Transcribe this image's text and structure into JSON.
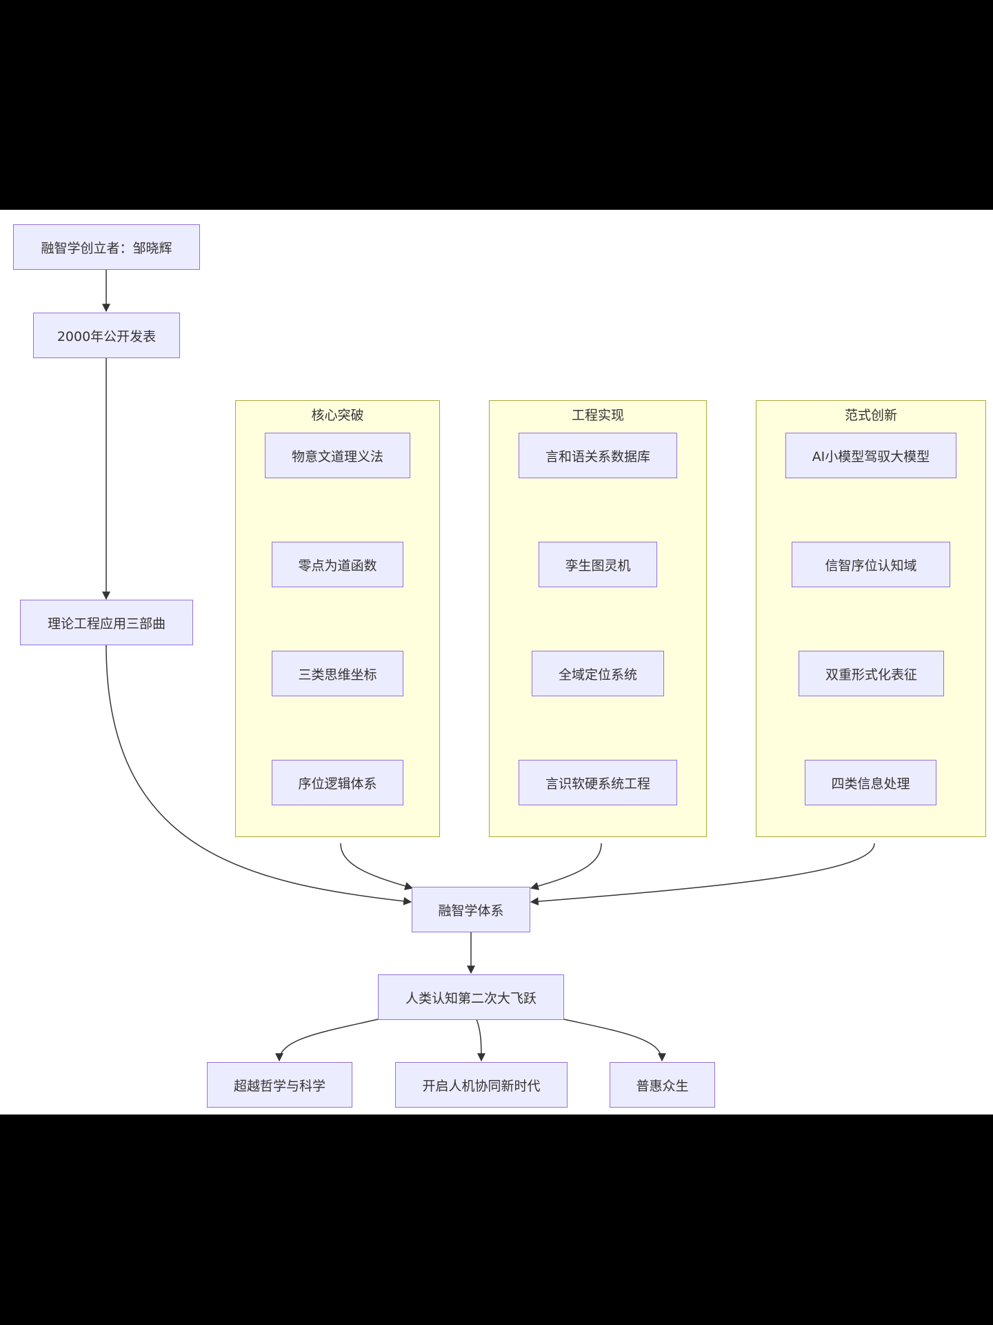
{
  "diagram": {
    "nodes": {
      "founder": "融智学创立者：邹晓辉",
      "published": "2000年公开发表",
      "trilogy": "理论工程应用三部曲",
      "system": "融智学体系",
      "leap": "人类认知第二次大飞跃",
      "beyond": "超越哲学与科学",
      "new_era": "开启人机协同新时代",
      "benefit": "普惠众生"
    },
    "clusters": {
      "core": {
        "title": "核心突破",
        "nodes": [
          "物意文道理义法",
          "零点为道函数",
          "三类思维坐标",
          "序位逻辑体系"
        ]
      },
      "engineering": {
        "title": "工程实现",
        "nodes": [
          "言和语关系数据库",
          "孪生图灵机",
          "全域定位系统",
          "言识软硬系统工程"
        ]
      },
      "paradigm": {
        "title": "范式创新",
        "nodes": [
          "AI小模型驾驭大模型",
          "信智序位认知域",
          "双重形式化表征",
          "四类信息处理"
        ]
      }
    }
  },
  "colors": {
    "node_fill": "#ECECFF",
    "node_border": "#9370DB",
    "cluster_fill": "#FFFFDE",
    "cluster_border": "#AAAA33",
    "edge": "#333333",
    "background": "#000000",
    "canvas": "#FFFFFF"
  }
}
